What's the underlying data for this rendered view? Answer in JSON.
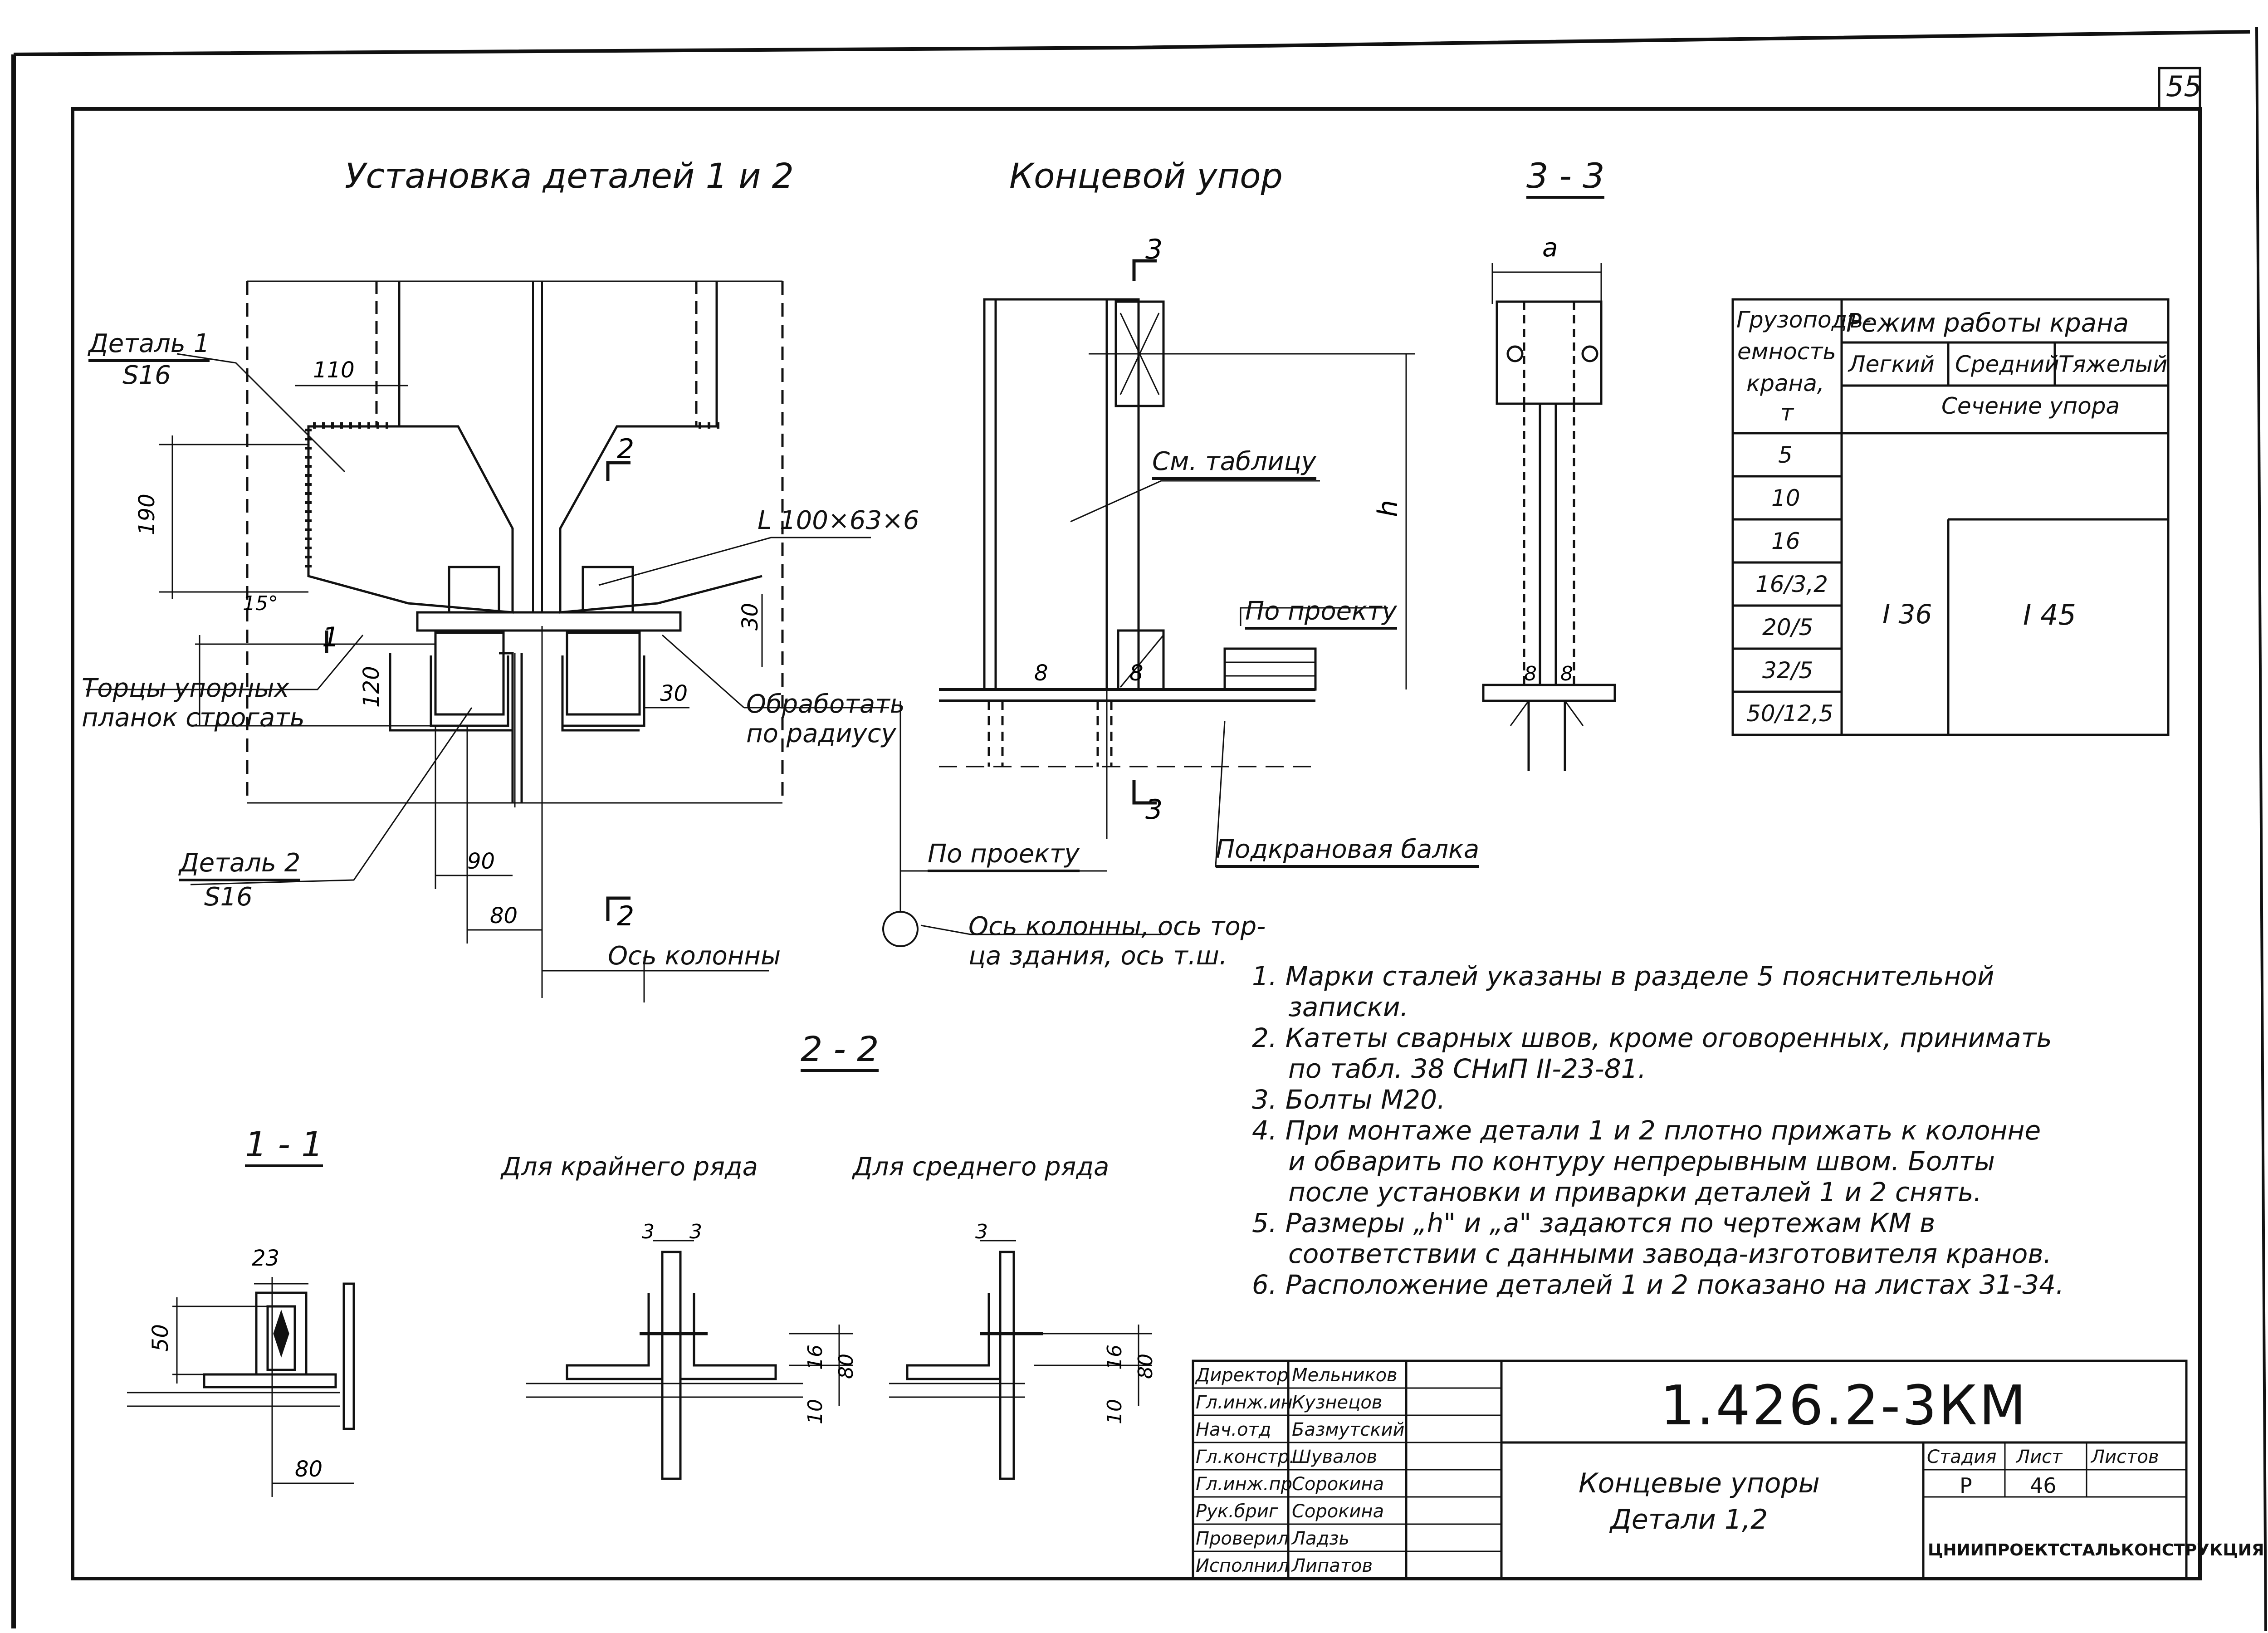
{
  "page_number": "55",
  "views": {
    "install": {
      "title": "Установка  деталей 1 и 2",
      "detail1_name": "Деталь 1",
      "detail1_thk": "S16",
      "detail2_name": "Деталь 2",
      "detail2_thk": "S16",
      "angle_profile": "L 100×63×6",
      "note_planed": [
        "Торцы упорных",
        "планок строгать"
      ],
      "note_radius": [
        "Обработать",
        "по радиусу"
      ],
      "axis_label": "Ось колонны",
      "dims": {
        "d110": "110",
        "d190": "190",
        "d15": "15°",
        "d120": "120",
        "d30a": "30",
        "d30b": "30",
        "d90": "90",
        "d80": "80"
      },
      "sec1_mark": "1",
      "sec2_mark": "2"
    },
    "stop": {
      "title": "Концевой упор",
      "see_table": "См. таблицу",
      "per_project_top": "По проекту",
      "per_project_bottom": "По проекту",
      "crane_beam": "Подкрановая балка",
      "axis_note": [
        "Ось колонны, ось тор-",
        "ца здания, ось т.ш."
      ],
      "dim_h": "h",
      "weld8a": "8",
      "weld8b": "8",
      "sec3_mark": "3"
    },
    "s33": {
      "title": "3 - 3",
      "dim_a": "a",
      "weld8a": "8",
      "weld8b": "8"
    },
    "s22": {
      "title": "2 - 2",
      "left_caption": "Для крайнего ряда",
      "right_caption": "Для среднего ряда",
      "dims_left": {
        "d3a": "3",
        "d3b": "3",
        "d16": "16",
        "d80": "80",
        "d10": "10"
      },
      "dims_right": {
        "d3": "3",
        "d16": "16",
        "d80": "80",
        "d10": "10"
      }
    },
    "s11": {
      "title": "1 - 1",
      "dims": {
        "d23": "23",
        "d50": "50",
        "d80": "80"
      }
    }
  },
  "crane_table": {
    "header_capacity": [
      "Грузоподъ-",
      "емность",
      "крана,",
      "т"
    ],
    "header_mode": "Режим работы крана",
    "modes": [
      "Легкий",
      "Средний",
      "Тяжелый"
    ],
    "section_header": "Сечение упора",
    "capacities": [
      "5",
      "10",
      "16",
      "16/3,2",
      "20/5",
      "32/5",
      "50/12,5"
    ],
    "section_light_medium": "I 36",
    "section_heavy": "I 45"
  },
  "notes": [
    [
      "1. Марки сталей указаны в разделе 5 пояснительной",
      "записки."
    ],
    [
      "2. Катеты сварных швов, кроме оговоренных, принимать",
      "по табл. 38 СНиП II-23-81."
    ],
    [
      "3. Болты М20."
    ],
    [
      "4. При монтаже детали 1 и 2 плотно прижать к колонне",
      "и обварить по контуру непрерывным швом. Болты",
      "после установки и приварки деталей 1 и 2 снять."
    ],
    [
      "5. Размеры „h\" и „a\" задаются по чертежам КМ в",
      "соответствии с данными завода-изготовителя кранов."
    ],
    [
      "6. Расположение деталей 1 и 2 показано на листах 31-34."
    ]
  ],
  "stamp": {
    "code": "1.426.2-3КМ",
    "roles": [
      "Директор",
      "Гл.инж.ин",
      "Нач.отд",
      "Гл.констр.",
      "Гл.инж.пр",
      "Рук.бриг",
      "Проверил",
      "Исполнил"
    ],
    "names": [
      "Мельников",
      "Кузнецов",
      "Базмутский",
      "Шувалов",
      "Сорокина",
      "Сорокина",
      "Ладзь",
      "Липатов"
    ],
    "title_line1": "Концевые упоры",
    "title_line2": "Детали 1,2",
    "stage_label": "Стадия",
    "sheet_label": "Лист",
    "sheets_label": "Листов",
    "stage": "Р",
    "sheet": "46",
    "sheets": "",
    "org": "ЦНИИПРОЕКТСТАЛЬКОНСТРУКЦИЯ"
  }
}
